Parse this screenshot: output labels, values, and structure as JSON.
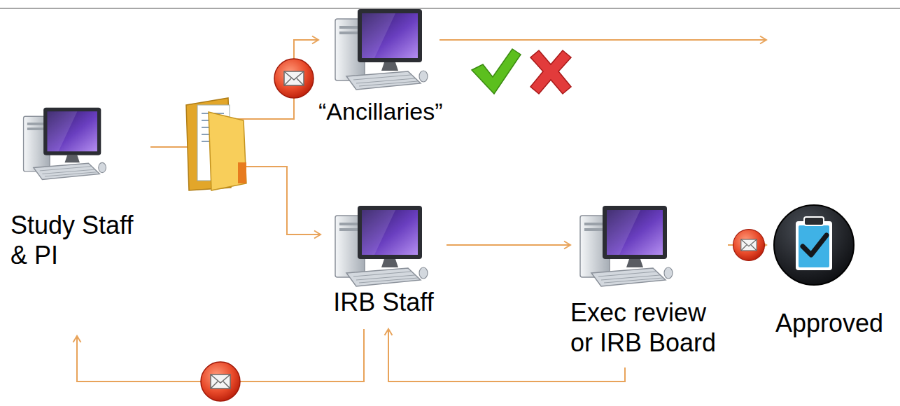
{
  "diagram": {
    "nodes": [
      {
        "text": [
          "Study Staff & PI"
        ]
      },
      {
        "text": [
          "“Ancillaries”"
        ]
      },
      {
        "text": [
          "IRB Staff"
        ]
      },
      {
        "text": [
          "Exec review or IRB Board"
        ]
      },
      {
        "text": [
          "Approved"
        ]
      }
    ],
    "edges": [
      {
        "from": 0,
        "to": 1,
        "arrow": "to"
      },
      {
        "from": 0,
        "to": 2,
        "arrow": "to"
      },
      {
        "from": 2,
        "to": 3,
        "arrow": "to"
      },
      {
        "from": 3,
        "to": 4,
        "arrow": "to"
      },
      {
        "from": 3,
        "to": 2,
        "arrow": "to"
      },
      {
        "from": 2,
        "to": 0,
        "arrow": "to"
      }
    ]
  }
}
